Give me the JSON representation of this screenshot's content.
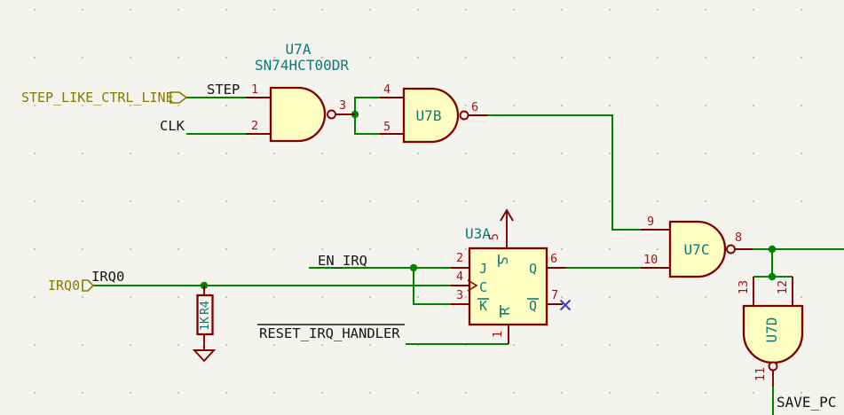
{
  "labels": {
    "hier_step": "STEP_LIKE_CTRL_LINE",
    "hier_irq0": "IRQ0",
    "net_step": "STEP",
    "net_clk": "CLK",
    "net_irq0": "IRQ0",
    "net_en_irq": "EN_IRQ",
    "net_reset": "RESET_IRQ_HANDLER",
    "net_save_pc": "SAVE_PC"
  },
  "u7a": {
    "ref": "U7A",
    "value": "SN74HCT00DR",
    "pin1": "1",
    "pin2": "2",
    "pin3": "3"
  },
  "u7b": {
    "ref": "U7B",
    "pin4": "4",
    "pin5": "5",
    "pin6": "6"
  },
  "u7c": {
    "ref": "U7C",
    "pin9": "9",
    "pin10": "10",
    "pin8": "8"
  },
  "u7d": {
    "ref": "U7D",
    "pin13": "13",
    "pin12": "12",
    "pin11": "11"
  },
  "u3a": {
    "ref": "U3A",
    "pins": {
      "p2": "2",
      "p4": "4",
      "p3": "3",
      "p5": "5",
      "p1": "1",
      "p6": "6",
      "p7": "7"
    },
    "names": {
      "j": "J",
      "c": "C",
      "k": "K",
      "s": "S",
      "r": "R",
      "q": "Q",
      "qbar": "Q"
    }
  },
  "r4": {
    "ref": "R4",
    "value": "1K"
  },
  "colors": {
    "background": "#F5F3ED",
    "wire": "#008400",
    "symbol_outline": "#800000",
    "symbol_fill": "#FFFFC2",
    "pin_number": "#AC0E0E",
    "reference_text": "#0A7B7B",
    "hier_label": "#857A00",
    "net_label": "#161616",
    "no_connect": "#3A3ACF"
  }
}
